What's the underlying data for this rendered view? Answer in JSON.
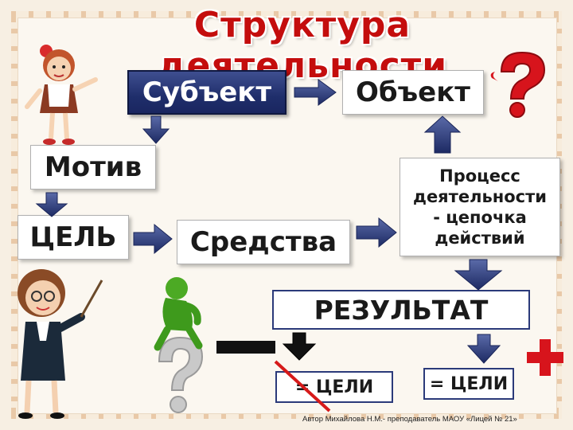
{
  "title": "Структура деятельности",
  "nodes": {
    "subject": "Субъект",
    "object": "Объект",
    "motive": "Мотив",
    "goal": "ЦЕЛЬ",
    "means": "Средства",
    "process": "Процесс деятельности - цепочка действий",
    "result": "РЕЗУЛЬТАТ",
    "equals_goal_crossed": "= ЦЕЛИ",
    "equals_goal": "= ЦЕЛИ"
  },
  "footer": "Автор Михайлова Н.М.- преподаватель МАОУ «Лицей № 21»",
  "colors": {
    "title": "#c40d0d",
    "dark_box": "#1f2e6b",
    "arrow": "#2b3a7a",
    "question_mark": "#d7141c",
    "plus": "#d7141c",
    "minus": "#111111",
    "strike": "#d61a1a"
  },
  "icons": [
    "girl-figure-icon",
    "teacher-figure-icon",
    "thinking-figure-icon",
    "question-mark-icon",
    "plus-icon",
    "minus-icon"
  ]
}
